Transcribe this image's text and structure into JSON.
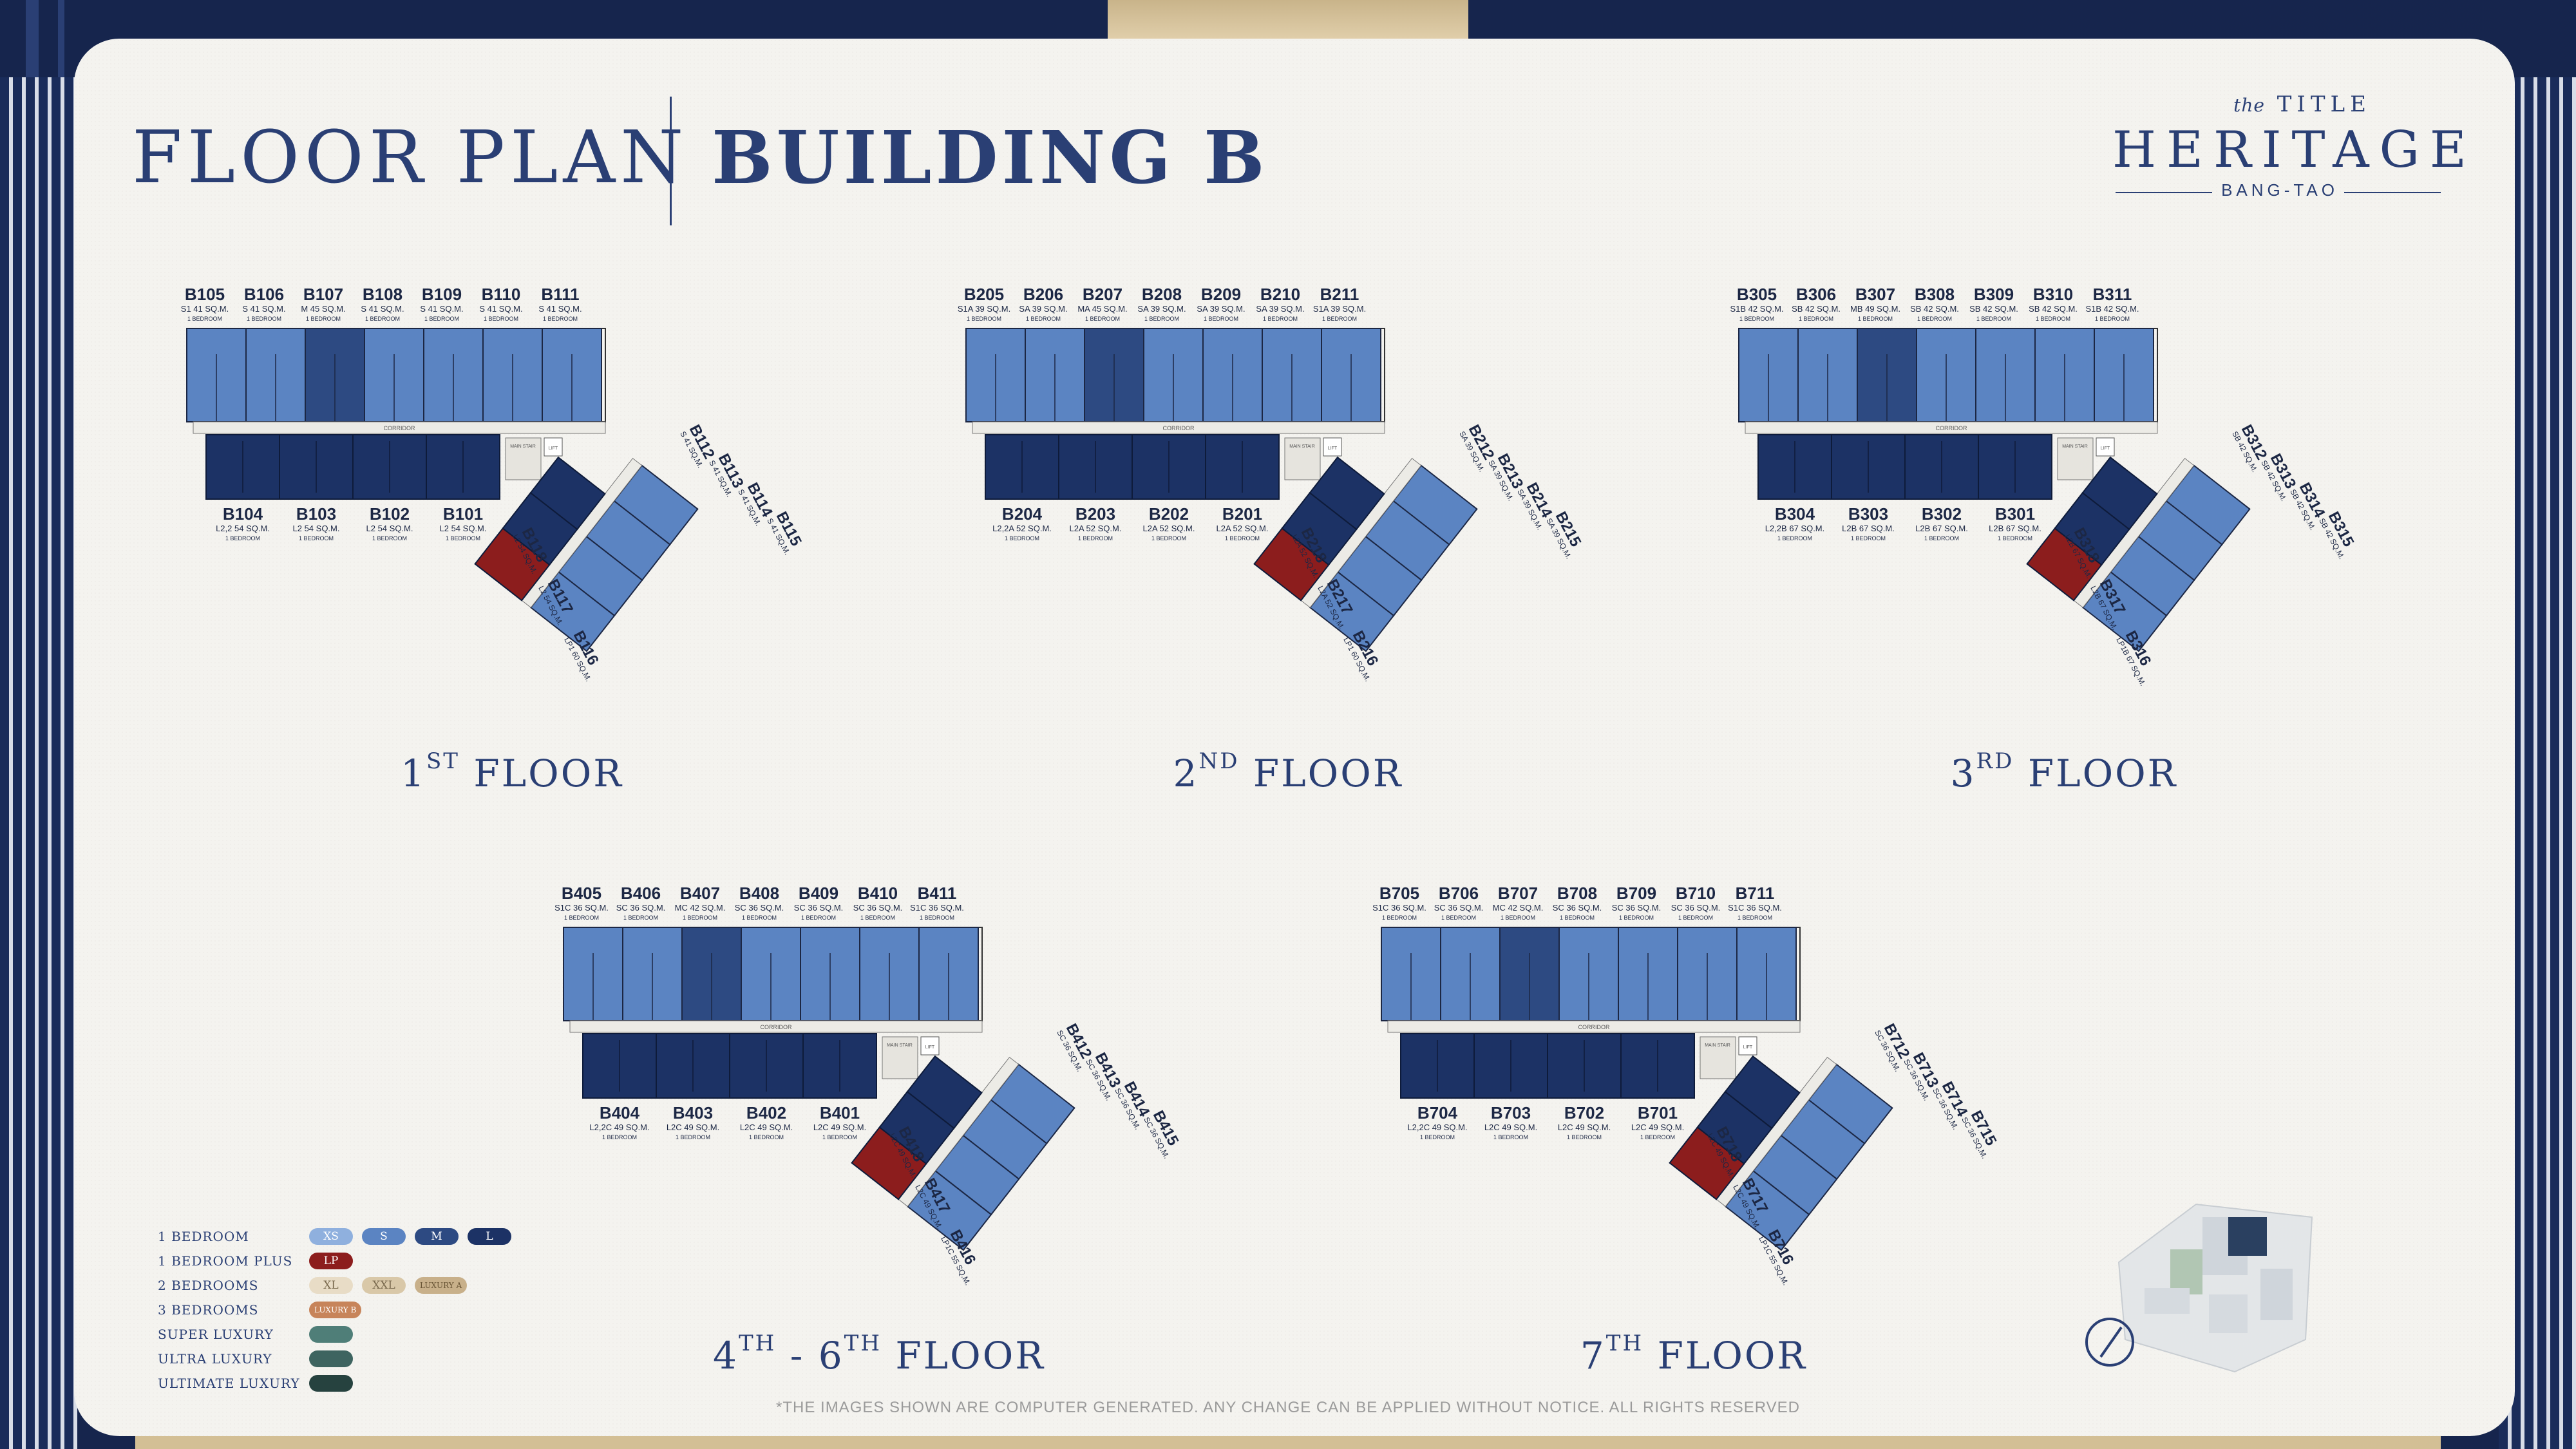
{
  "header": {
    "title_left": "FLOOR PLAN",
    "title_right": "BUILDING B"
  },
  "logo": {
    "prefix": "the",
    "brand": "TITLE",
    "name": "HERITAGE",
    "location": "BANG-TAO"
  },
  "floors": [
    {
      "key": "1",
      "label_num": "1",
      "label_sup": "ST",
      "label_text": "FLOOR",
      "top_units": [
        {
          "code": "B105",
          "spec": "S1 41 SQ.M.",
          "bed": "1 BEDROOM",
          "color": "S"
        },
        {
          "code": "B106",
          "spec": "S 41 SQ.M.",
          "bed": "1 BEDROOM",
          "color": "S"
        },
        {
          "code": "B107",
          "spec": "M 45 SQ.M.",
          "bed": "1 BEDROOM",
          "color": "M"
        },
        {
          "code": "B108",
          "spec": "S 41 SQ.M.",
          "bed": "1 BEDROOM",
          "color": "S"
        },
        {
          "code": "B109",
          "spec": "S 41 SQ.M.",
          "bed": "1 BEDROOM",
          "color": "S"
        },
        {
          "code": "B110",
          "spec": "S 41 SQ.M.",
          "bed": "1 BEDROOM",
          "color": "S"
        },
        {
          "code": "B111",
          "spec": "S 41 SQ.M.",
          "bed": "1 BEDROOM",
          "color": "S"
        }
      ],
      "bottom_units": [
        {
          "code": "B104",
          "spec": "L2,2 54 SQ.M.",
          "bed": "1 BEDROOM"
        },
        {
          "code": "B103",
          "spec": "L2 54 SQ.M.",
          "bed": "1 BEDROOM"
        },
        {
          "code": "B102",
          "spec": "L2 54 SQ.M.",
          "bed": "1 BEDROOM"
        },
        {
          "code": "B101",
          "spec": "L2 54 SQ.M.",
          "bed": "1 BEDROOM"
        }
      ],
      "wing_right": [
        {
          "code": "B112",
          "spec": "S 41 SQ.M."
        },
        {
          "code": "B113",
          "spec": "S 41 SQ.M."
        },
        {
          "code": "B114",
          "spec": "S 41 SQ.M."
        },
        {
          "code": "B115",
          "spec": "S 41 SQ.M."
        }
      ],
      "wing_left": [
        {
          "code": "B118",
          "spec": "L2 54 SQ.M."
        },
        {
          "code": "B117",
          "spec": "L2 54 SQ.M."
        },
        {
          "code": "B116",
          "spec": "LP1 60 SQ.M."
        }
      ]
    },
    {
      "key": "2",
      "label_num": "2",
      "label_sup": "ND",
      "label_text": "FLOOR",
      "top_units": [
        {
          "code": "B205",
          "spec": "S1A 39 SQ.M.",
          "bed": "1 BEDROOM",
          "color": "S"
        },
        {
          "code": "B206",
          "spec": "SA 39 SQ.M.",
          "bed": "1 BEDROOM",
          "color": "S"
        },
        {
          "code": "B207",
          "spec": "MA 45 SQ.M.",
          "bed": "1 BEDROOM",
          "color": "M"
        },
        {
          "code": "B208",
          "spec": "SA 39 SQ.M.",
          "bed": "1 BEDROOM",
          "color": "S"
        },
        {
          "code": "B209",
          "spec": "SA 39 SQ.M.",
          "bed": "1 BEDROOM",
          "color": "S"
        },
        {
          "code": "B210",
          "spec": "SA 39 SQ.M.",
          "bed": "1 BEDROOM",
          "color": "S"
        },
        {
          "code": "B211",
          "spec": "S1A 39 SQ.M.",
          "bed": "1 BEDROOM",
          "color": "S"
        }
      ],
      "bottom_units": [
        {
          "code": "B204",
          "spec": "L2,2A 52 SQ.M.",
          "bed": "1 BEDROOM"
        },
        {
          "code": "B203",
          "spec": "L2A 52 SQ.M.",
          "bed": "1 BEDROOM"
        },
        {
          "code": "B202",
          "spec": "L2A 52 SQ.M.",
          "bed": "1 BEDROOM"
        },
        {
          "code": "B201",
          "spec": "L2A 52 SQ.M.",
          "bed": "1 BEDROOM"
        }
      ],
      "wing_right": [
        {
          "code": "B212",
          "spec": "SA 39 SQ.M."
        },
        {
          "code": "B213",
          "spec": "SA 39 SQ.M."
        },
        {
          "code": "B214",
          "spec": "SA 39 SQ.M."
        },
        {
          "code": "B215",
          "spec": "SA 39 SQ.M."
        }
      ],
      "wing_left": [
        {
          "code": "B218",
          "spec": "L2A 52 SQ.M."
        },
        {
          "code": "B217",
          "spec": "L2A 52 SQ.M."
        },
        {
          "code": "B216",
          "spec": "LP1 60 SQ.M."
        }
      ]
    },
    {
      "key": "3",
      "label_num": "3",
      "label_sup": "RD",
      "label_text": "FLOOR",
      "top_units": [
        {
          "code": "B305",
          "spec": "S1B 42 SQ.M.",
          "bed": "1 BEDROOM",
          "color": "S"
        },
        {
          "code": "B306",
          "spec": "SB 42 SQ.M.",
          "bed": "1 BEDROOM",
          "color": "S"
        },
        {
          "code": "B307",
          "spec": "MB 49 SQ.M.",
          "bed": "1 BEDROOM",
          "color": "M"
        },
        {
          "code": "B308",
          "spec": "SB 42 SQ.M.",
          "bed": "1 BEDROOM",
          "color": "S"
        },
        {
          "code": "B309",
          "spec": "SB 42 SQ.M.",
          "bed": "1 BEDROOM",
          "color": "S"
        },
        {
          "code": "B310",
          "spec": "SB 42 SQ.M.",
          "bed": "1 BEDROOM",
          "color": "S"
        },
        {
          "code": "B311",
          "spec": "S1B 42 SQ.M.",
          "bed": "1 BEDROOM",
          "color": "S"
        }
      ],
      "bottom_units": [
        {
          "code": "B304",
          "spec": "L2,2B 67 SQ.M.",
          "bed": "1 BEDROOM"
        },
        {
          "code": "B303",
          "spec": "L2B 67 SQ.M.",
          "bed": "1 BEDROOM"
        },
        {
          "code": "B302",
          "spec": "L2B 67 SQ.M.",
          "bed": "1 BEDROOM"
        },
        {
          "code": "B301",
          "spec": "L2B 67 SQ.M.",
          "bed": "1 BEDROOM"
        }
      ],
      "wing_right": [
        {
          "code": "B312",
          "spec": "SB 42 SQ.M."
        },
        {
          "code": "B313",
          "spec": "SB 42 SQ.M."
        },
        {
          "code": "B314",
          "spec": "SB 42 SQ.M."
        },
        {
          "code": "B315",
          "spec": "SB 42 SQ.M."
        }
      ],
      "wing_left": [
        {
          "code": "B318",
          "spec": "L2B 67 SQ.M."
        },
        {
          "code": "B317",
          "spec": "L2B 67 SQ.M."
        },
        {
          "code": "B316",
          "spec": "LP1B 67 SQ.M."
        }
      ]
    },
    {
      "key": "4",
      "label_num": "4",
      "label_sup": "TH",
      "label_text": " - 6",
      "label_sup2": "TH",
      "label_text2": "FLOOR",
      "top_units": [
        {
          "code": "B405",
          "spec": "S1C 36 SQ.M.",
          "bed": "1 BEDROOM",
          "color": "S"
        },
        {
          "code": "B406",
          "spec": "SC 36 SQ.M.",
          "bed": "1 BEDROOM",
          "color": "S"
        },
        {
          "code": "B407",
          "spec": "MC 42 SQ.M.",
          "bed": "1 BEDROOM",
          "color": "M"
        },
        {
          "code": "B408",
          "spec": "SC 36 SQ.M.",
          "bed": "1 BEDROOM",
          "color": "S"
        },
        {
          "code": "B409",
          "spec": "SC 36 SQ.M.",
          "bed": "1 BEDROOM",
          "color": "S"
        },
        {
          "code": "B410",
          "spec": "SC 36 SQ.M.",
          "bed": "1 BEDROOM",
          "color": "S"
        },
        {
          "code": "B411",
          "spec": "S1C 36 SQ.M.",
          "bed": "1 BEDROOM",
          "color": "S"
        }
      ],
      "bottom_units": [
        {
          "code": "B404",
          "spec": "L2,2C 49 SQ.M.",
          "bed": "1 BEDROOM"
        },
        {
          "code": "B403",
          "spec": "L2C 49 SQ.M.",
          "bed": "1 BEDROOM"
        },
        {
          "code": "B402",
          "spec": "L2C 49 SQ.M.",
          "bed": "1 BEDROOM"
        },
        {
          "code": "B401",
          "spec": "L2C 49 SQ.M.",
          "bed": "1 BEDROOM"
        }
      ],
      "wing_right": [
        {
          "code": "B412",
          "spec": "SC 36 SQ.M."
        },
        {
          "code": "B413",
          "spec": "SC 36 SQ.M."
        },
        {
          "code": "B414",
          "spec": "SC 36 SQ.M."
        },
        {
          "code": "B415",
          "spec": "SC 36 SQ.M."
        }
      ],
      "wing_left": [
        {
          "code": "B418",
          "spec": "L2C 49 SQ.M."
        },
        {
          "code": "B417",
          "spec": "L2C 49 SQ.M."
        },
        {
          "code": "B416",
          "spec": "LP1C 55 SQ.M."
        }
      ]
    },
    {
      "key": "7",
      "label_num": "7",
      "label_sup": "TH",
      "label_text": "FLOOR",
      "top_units": [
        {
          "code": "B705",
          "spec": "S1C 36 SQ.M.",
          "bed": "1 BEDROOM",
          "color": "S"
        },
        {
          "code": "B706",
          "spec": "SC 36 SQ.M.",
          "bed": "1 BEDROOM",
          "color": "S"
        },
        {
          "code": "B707",
          "spec": "MC 42 SQ.M.",
          "bed": "1 BEDROOM",
          "color": "M"
        },
        {
          "code": "B708",
          "spec": "SC 36 SQ.M.",
          "bed": "1 BEDROOM",
          "color": "S"
        },
        {
          "code": "B709",
          "spec": "SC 36 SQ.M.",
          "bed": "1 BEDROOM",
          "color": "S"
        },
        {
          "code": "B710",
          "spec": "SC 36 SQ.M.",
          "bed": "1 BEDROOM",
          "color": "S"
        },
        {
          "code": "B711",
          "spec": "S1C 36 SQ.M.",
          "bed": "1 BEDROOM",
          "color": "S"
        }
      ],
      "bottom_units": [
        {
          "code": "B704",
          "spec": "L2,2C 49 SQ.M.",
          "bed": "1 BEDROOM"
        },
        {
          "code": "B703",
          "spec": "L2C 49 SQ.M.",
          "bed": "1 BEDROOM"
        },
        {
          "code": "B702",
          "spec": "L2C 49 SQ.M.",
          "bed": "1 BEDROOM"
        },
        {
          "code": "B701",
          "spec": "L2C 49 SQ.M.",
          "bed": "1 BEDROOM"
        }
      ],
      "wing_right": [
        {
          "code": "B712",
          "spec": "SC 36 SQ.M."
        },
        {
          "code": "B713",
          "spec": "SC 36 SQ.M."
        },
        {
          "code": "B714",
          "spec": "SC 36 SQ.M."
        },
        {
          "code": "B715",
          "spec": "SC 36 SQ.M."
        }
      ],
      "wing_left": [
        {
          "code": "B718",
          "spec": "L2C 49 SQ.M."
        },
        {
          "code": "B717",
          "spec": "L2C 49 SQ.M."
        },
        {
          "code": "B716",
          "spec": "LP1C 55 SQ.M."
        }
      ]
    }
  ],
  "plan_labels": {
    "corridor": "CORRIDOR",
    "main_stair": "MAIN STAIR",
    "lift": "LIFT"
  },
  "legend": [
    {
      "label": "1 BEDROOM",
      "chips": [
        {
          "text": "XS",
          "bg": "#8fb0de",
          "fg": "#ffffff"
        },
        {
          "text": "S",
          "bg": "#5b84c2",
          "fg": "#ffffff"
        },
        {
          "text": "M",
          "bg": "#2d4a82",
          "fg": "#ffffff"
        },
        {
          "text": "L",
          "bg": "#1c3265",
          "fg": "#ffffff"
        }
      ]
    },
    {
      "label": "1 BEDROOM PLUS",
      "chips": [
        {
          "text": "LP",
          "bg": "#8c1d1d",
          "fg": "#ffffff"
        }
      ]
    },
    {
      "label": "2 BEDROOMS",
      "chips": [
        {
          "text": "XL",
          "bg": "#e8dcc6",
          "fg": "#7a6a4e"
        },
        {
          "text": "XXL",
          "bg": "#d9c8a8",
          "fg": "#7a6a4e"
        },
        {
          "text": "LUXURY A",
          "bg": "#c8b08a",
          "fg": "#6a5636"
        }
      ]
    },
    {
      "label": "3 BEDROOMS",
      "chips": [
        {
          "text": "LUXURY B",
          "bg": "#c7845a",
          "fg": "#ffffff"
        }
      ]
    },
    {
      "label": "SUPER LUXURY",
      "chips": [
        {
          "text": "",
          "bg": "#4f7e78",
          "fg": "#ffffff"
        }
      ]
    },
    {
      "label": "ULTRA LUXURY",
      "chips": [
        {
          "text": "",
          "bg": "#3e6460",
          "fg": "#ffffff"
        }
      ]
    },
    {
      "label": "ULTIMATE LUXURY",
      "chips": [
        {
          "text": "",
          "bg": "#26423f",
          "fg": "#ffffff"
        }
      ]
    }
  ],
  "colors": {
    "navy": "#2a3f74",
    "unit_S": "#5b84c2",
    "unit_M": "#2d4a82",
    "unit_L": "#1c3265",
    "unit_LP": "#8c1d1d"
  },
  "footnote": "*THE IMAGES SHOWN ARE COMPUTER GENERATED. ANY CHANGE CAN BE APPLIED WITHOUT NOTICE. ALL RIGHTS RESERVED"
}
